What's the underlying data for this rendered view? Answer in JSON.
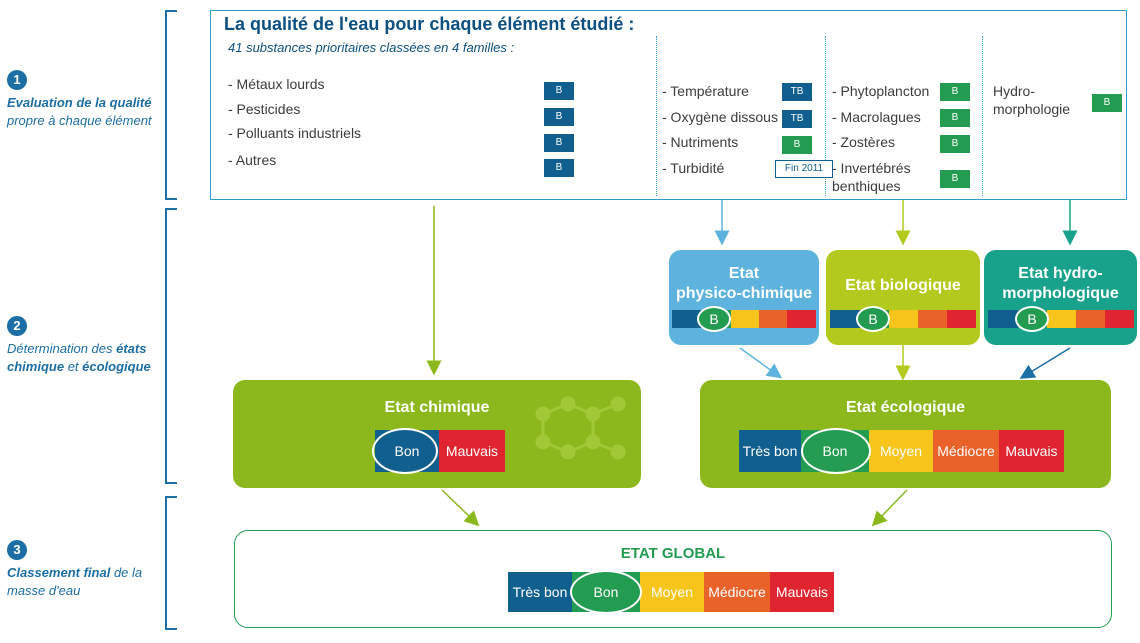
{
  "steps": [
    {
      "num": "1",
      "line1": "Evaluation de la qualité",
      "line2": "propre à chaque élément"
    },
    {
      "num": "2",
      "line1_pre": "Détermination des ",
      "line1_b": "états",
      "line2_b1": "chimique",
      "line2_mid": " et ",
      "line2_b2": "écologique"
    },
    {
      "num": "3",
      "line1_b": "Classement final",
      "line1_post": " de la",
      "line2": "masse d'eau"
    }
  ],
  "panel": {
    "title": "La qualité de l'eau pour chaque élément étudié :",
    "subtitle": "41 substances prioritaires classées en 4 familles :",
    "chemical": [
      {
        "label": "- Métaux lourds",
        "badge": "B"
      },
      {
        "label": "- Pesticides",
        "badge": "B"
      },
      {
        "label": "- Polluants industriels",
        "badge": "B"
      },
      {
        "label": "- Autres",
        "badge": "B"
      }
    ],
    "physico": [
      {
        "label": "- Température",
        "badge": "TB"
      },
      {
        "label": "- Oxygène dissous",
        "badge": "TB"
      },
      {
        "label": "- Nutriments",
        "badge": "B"
      },
      {
        "label": "- Turbidité",
        "badge": "Fin 2011"
      }
    ],
    "bio": [
      {
        "label": "- Phytoplancton",
        "badge": "B"
      },
      {
        "label": "- Macrolagues",
        "badge": "B"
      },
      {
        "label": "- Zostères",
        "badge": "B"
      },
      {
        "label1": "- Invertébrés",
        "label2": "benthiques",
        "badge": "B"
      }
    ],
    "hydro": {
      "label1": "Hydro-",
      "label2": "morphologie",
      "badge": "B"
    }
  },
  "states": {
    "physico": {
      "title1": "Etat",
      "title2": "physico-chimique",
      "value": "B"
    },
    "bio": {
      "title": "Etat biologique",
      "value": "B"
    },
    "hydro": {
      "title1": "Etat hydro-",
      "title2": "morphologique",
      "value": "B"
    },
    "chimique": {
      "title": "Etat chimique",
      "labels": [
        "Bon",
        "Mauvais"
      ]
    },
    "ecologique": {
      "title": "Etat écologique",
      "labels": [
        "Très bon",
        "Bon",
        "Moyen",
        "Médiocre",
        "Mauvais"
      ]
    },
    "global": {
      "title": "ETAT GLOBAL",
      "labels": [
        "Très bon",
        "Bon",
        "Moyen",
        "Médiocre",
        "Mauvais"
      ]
    }
  },
  "colors": {
    "tres_bon": "#115f8e",
    "bon": "#239c52",
    "moyen": "#f6c41a",
    "mediocre": "#e8622a",
    "mauvais": "#e02530",
    "physico_box": "#5db3dd",
    "bio_box": "#b3c91d",
    "hydro_box": "#18a28c",
    "chem_box": "#8cb81d"
  }
}
